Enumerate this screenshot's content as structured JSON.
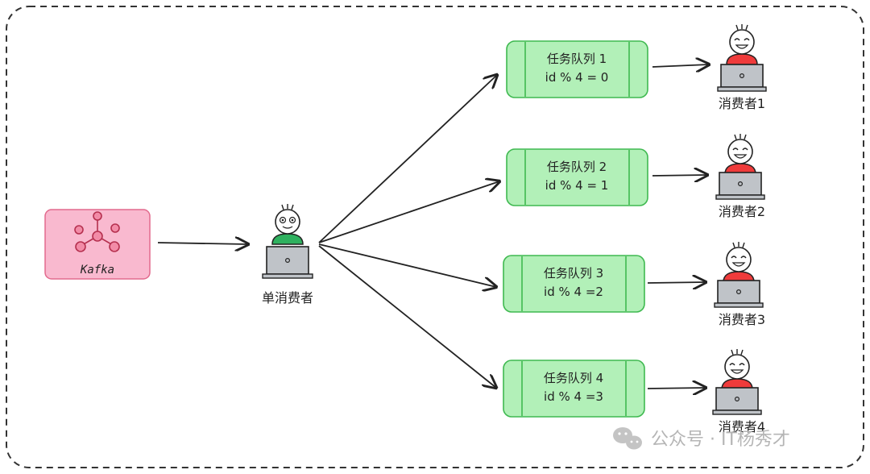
{
  "kafka": {
    "label": "Kafka",
    "color": "#f9b9cf",
    "stroke": "#e26a8d",
    "icon": "kafka-logo-icon"
  },
  "single_consumer": {
    "label": "单消费者",
    "shirt_color": "#2fb15f"
  },
  "queues": [
    {
      "title": "任务队列 1",
      "rule": "id % 4 = 0"
    },
    {
      "title": "任务队列 2",
      "rule": "id % 4 = 1"
    },
    {
      "title": "任务队列 3",
      "rule": "id % 4 =2"
    },
    {
      "title": "任务队列 4",
      "rule": "id % 4 =3"
    }
  ],
  "consumers": [
    {
      "label": "消费者1"
    },
    {
      "label": "消费者2"
    },
    {
      "label": "消费者3"
    },
    {
      "label": "消费者4"
    }
  ],
  "colors": {
    "queue_fill": "#b2f0b8",
    "queue_stroke": "#3fb950",
    "consumer_shirt": "#ef3b3b",
    "laptop": "#bfc3c8",
    "border": "#333333"
  },
  "watermark": {
    "text": "公众号 · IT杨秀才",
    "icon": "wechat-icon"
  }
}
